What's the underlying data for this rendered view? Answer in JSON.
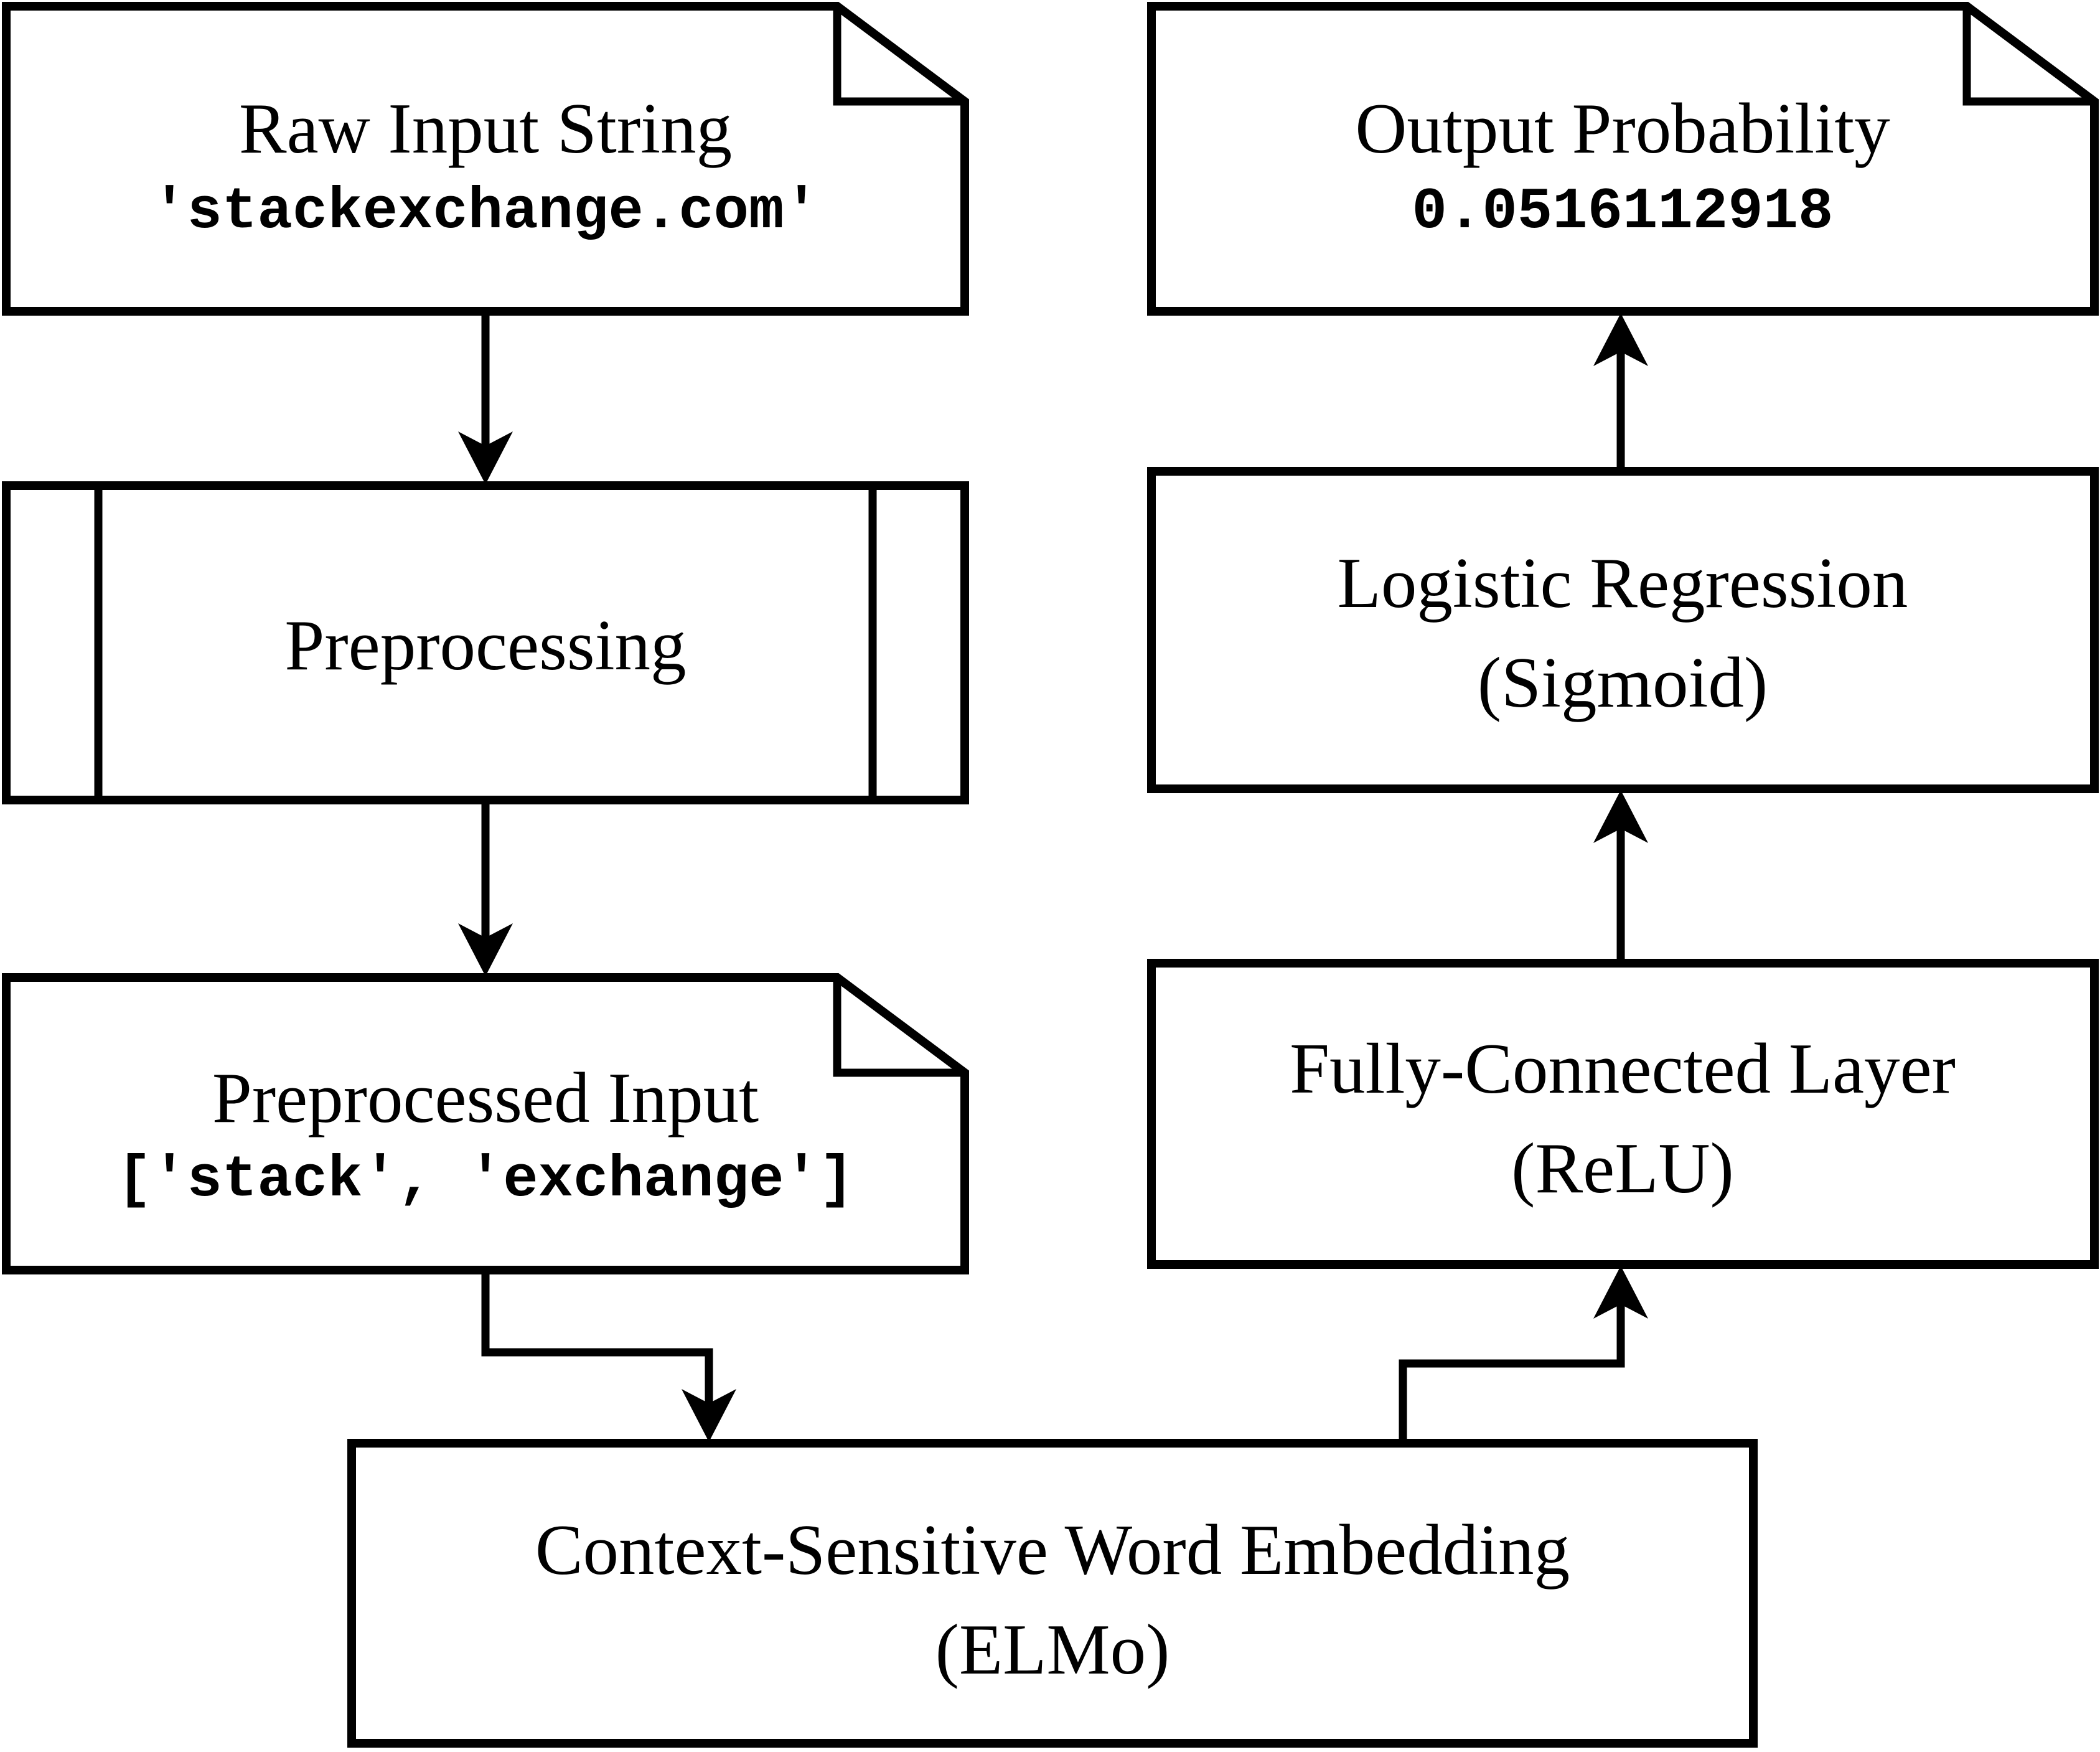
{
  "colors": {
    "background": "#ffffff",
    "ink": "#000000"
  },
  "nodes": {
    "raw_input": {
      "title": "Raw Input String",
      "value": "'stackexchange.com'",
      "shape": "note"
    },
    "preprocessing": {
      "title": "Preprocessing",
      "shape": "subroutine"
    },
    "preprocessed_input": {
      "title": "Preprocessed Input",
      "value": "['stack', 'exchange']",
      "shape": "note"
    },
    "embedding": {
      "title": "Context-Sensitive Word Embedding",
      "subtitle": "(ELMo)",
      "shape": "rectangle"
    },
    "fully_connected": {
      "title": "Fully-Connected Layer",
      "subtitle": "(ReLU)",
      "shape": "rectangle"
    },
    "logistic_regression": {
      "title": "Logistic Regression",
      "subtitle": "(Sigmoid)",
      "shape": "rectangle"
    },
    "output_probability": {
      "title": "Output Probability",
      "value": "0.0516112918",
      "shape": "note"
    }
  },
  "edges": [
    {
      "from": "raw_input",
      "to": "preprocessing"
    },
    {
      "from": "preprocessing",
      "to": "preprocessed_input"
    },
    {
      "from": "preprocessed_input",
      "to": "embedding"
    },
    {
      "from": "embedding",
      "to": "fully_connected"
    },
    {
      "from": "fully_connected",
      "to": "logistic_regression"
    },
    {
      "from": "logistic_regression",
      "to": "output_probability"
    }
  ]
}
